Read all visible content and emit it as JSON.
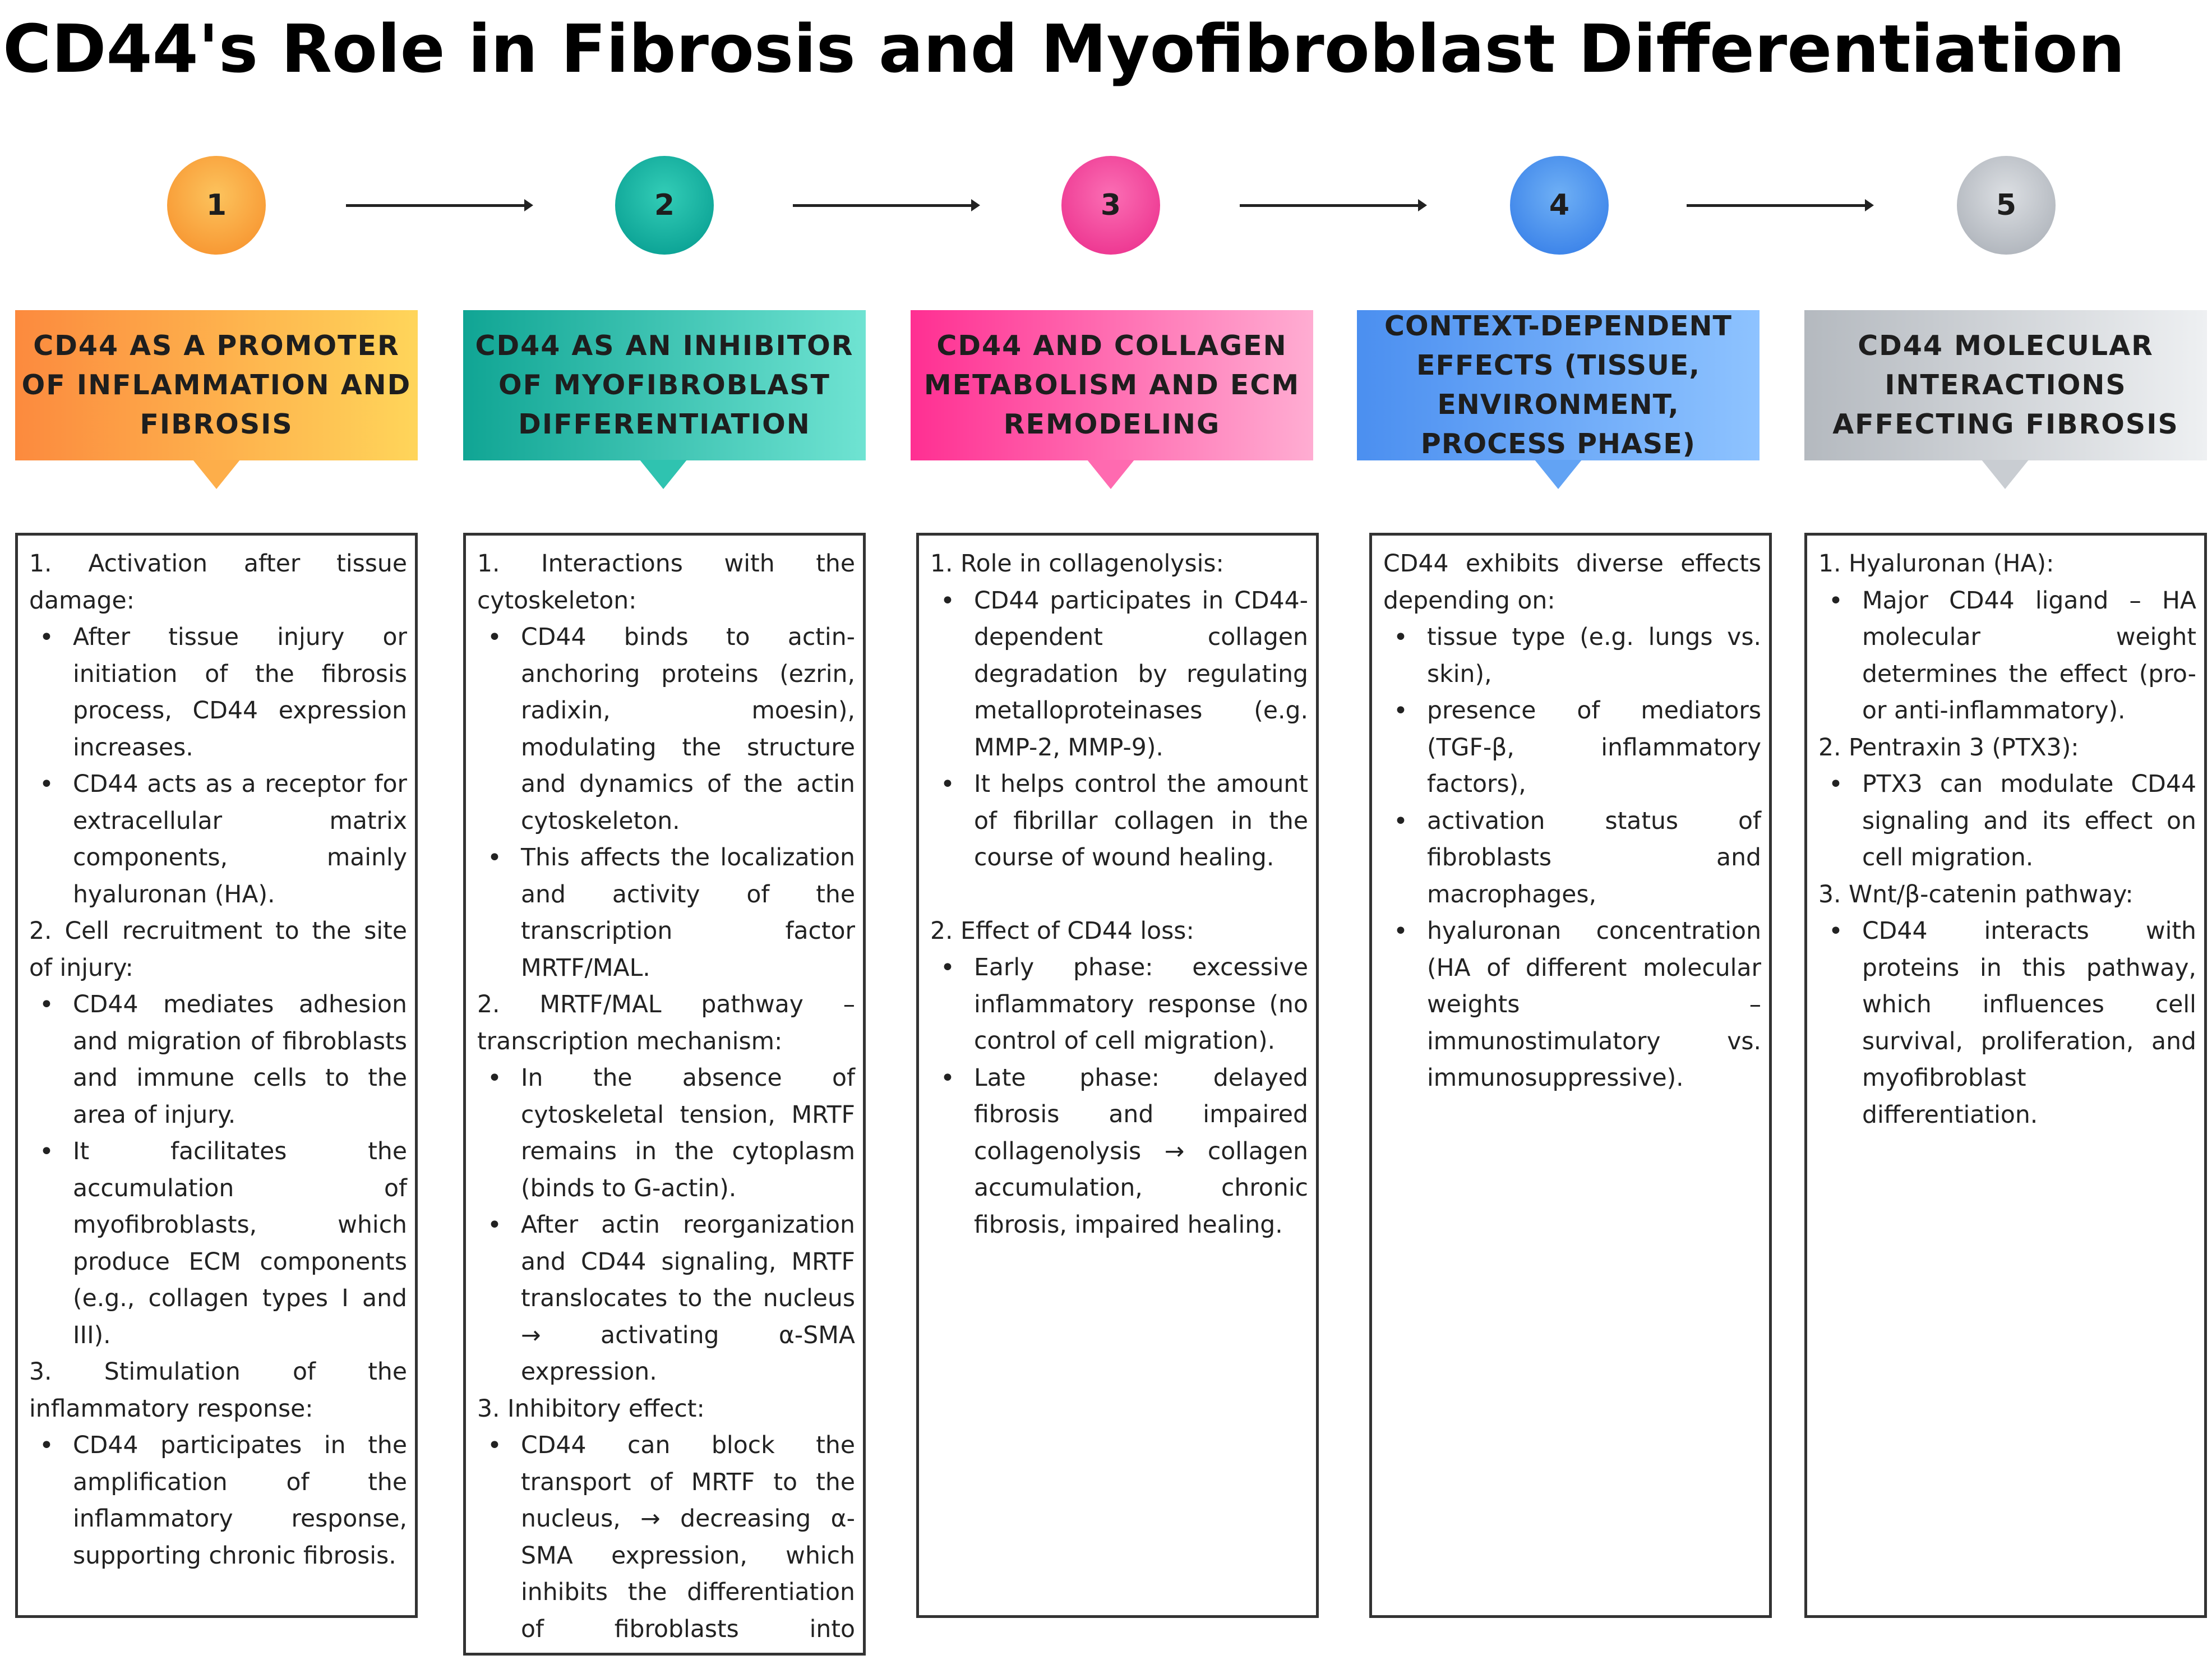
{
  "title": "CD44's Role in Fibrosis and Myofibroblast Differentiation",
  "steps": [
    "1",
    "2",
    "3",
    "4",
    "5"
  ],
  "colors": {
    "step1": "#f9a83f",
    "step2": "#17b3a3",
    "step3": "#f1469f",
    "step4": "#4f94ee",
    "step5": "#c2c6cb"
  },
  "columns": [
    {
      "header": "CD44 AS A PROMOTER OF INFLAMMATION AND FIBROSIS",
      "sections": [
        {
          "heading": "1. Activation after tissue damage:",
          "bullets": [
            "After tissue injury or initiation of the fibrosis process, CD44 expression increases.",
            "CD44 acts as a receptor for extracellular matrix components, mainly hyaluronan (HA)."
          ]
        },
        {
          "heading": "2. Cell recruitment to the site of injury:",
          "bullets": [
            "CD44 mediates adhesion and migration of fibroblasts and immune cells to the area of injury.",
            "It facilitates the accumulation of myofibroblasts, which produce ECM components (e.g., collagen types I and III)."
          ]
        },
        {
          "heading": "3. Stimulation of the inflammatory response:",
          "bullets": [
            "CD44 participates in the amplification of the inflammatory response, supporting chronic fibrosis."
          ]
        }
      ]
    },
    {
      "header": "CD44 AS AN INHIBITOR OF MYOFIBROBLAST DIFFERENTIATION",
      "sections": [
        {
          "heading": "1. Interactions with the cytoskeleton:",
          "bullets": [
            "CD44 binds to actin-anchoring proteins (ezrin, radixin, moesin), modulating the structure and dynamics of the actin cytoskeleton.",
            "This affects the localization and activity of the transcription factor MRTF/MAL."
          ]
        },
        {
          "heading": "2. MRTF/MAL pathway – transcription mechanism:",
          "bullets": [
            "In the absence of cytoskeletal tension, MRTF remains in the cytoplasm (binds to G-actin).",
            "After actin reorganization and CD44 signaling, MRTF translocates to the nucleus → activating α-SMA expression."
          ]
        },
        {
          "heading": "3. Inhibitory effect:",
          "bullets": [
            "CD44 can block the transport of MRTF to the nucleus, → decreasing α-SMA expression, which inhibits the differentiation of fibroblasts into myofibroblasts."
          ]
        }
      ]
    },
    {
      "header": "CD44 AND COLLAGEN METABOLISM AND ECM REMODELING",
      "sections": [
        {
          "heading": "1. Role in collagenolysis:",
          "bullets": [
            "CD44 participates in CD44-dependent collagen degradation by regulating metalloproteinases (e.g. MMP-2, MMP-9).",
            "It helps control the amount of fibrillar collagen in the course of wound healing."
          ]
        },
        {
          "heading": "2. Effect of CD44 loss:",
          "bullets": [
            "Early phase: excessive inflammatory response (no control of cell migration).",
            "Late phase: delayed fibrosis and impaired collagenolysis → collagen accumulation, chronic fibrosis, impaired healing."
          ]
        }
      ]
    },
    {
      "header": "CONTEXT-DEPENDENT EFFECTS (TISSUE, ENVIRONMENT, PROCESS PHASE)",
      "sections": [
        {
          "heading": "CD44 exhibits diverse effects depending on:",
          "bullets": [
            "tissue type (e.g. lungs vs. skin),",
            "presence of mediators (TGF-β, inflammatory factors),",
            "activation status of fibroblasts and macrophages,",
            "hyaluronan concentration (HA of different molecular weights – immunostimulatory vs. immunosuppressive)."
          ]
        }
      ]
    },
    {
      "header": "CD44 MOLECULAR INTERACTIONS AFFECTING FIBROSIS",
      "sections": [
        {
          "heading": "1. Hyaluronan (HA):",
          "bullets": [
            "Major CD44 ligand – HA molecular weight determines the effect (pro- or anti-inflammatory)."
          ]
        },
        {
          "heading": "2. Pentraxin 3 (PTX3):",
          "bullets": [
            "PTX3 can modulate CD44 signaling and its effect on cell migration."
          ]
        },
        {
          "heading": "3. Wnt/β-catenin pathway:",
          "bullets": [
            "CD44 interacts with proteins in this pathway, which influences cell survival, proliferation, and myofibroblast differentiation."
          ]
        }
      ]
    }
  ]
}
